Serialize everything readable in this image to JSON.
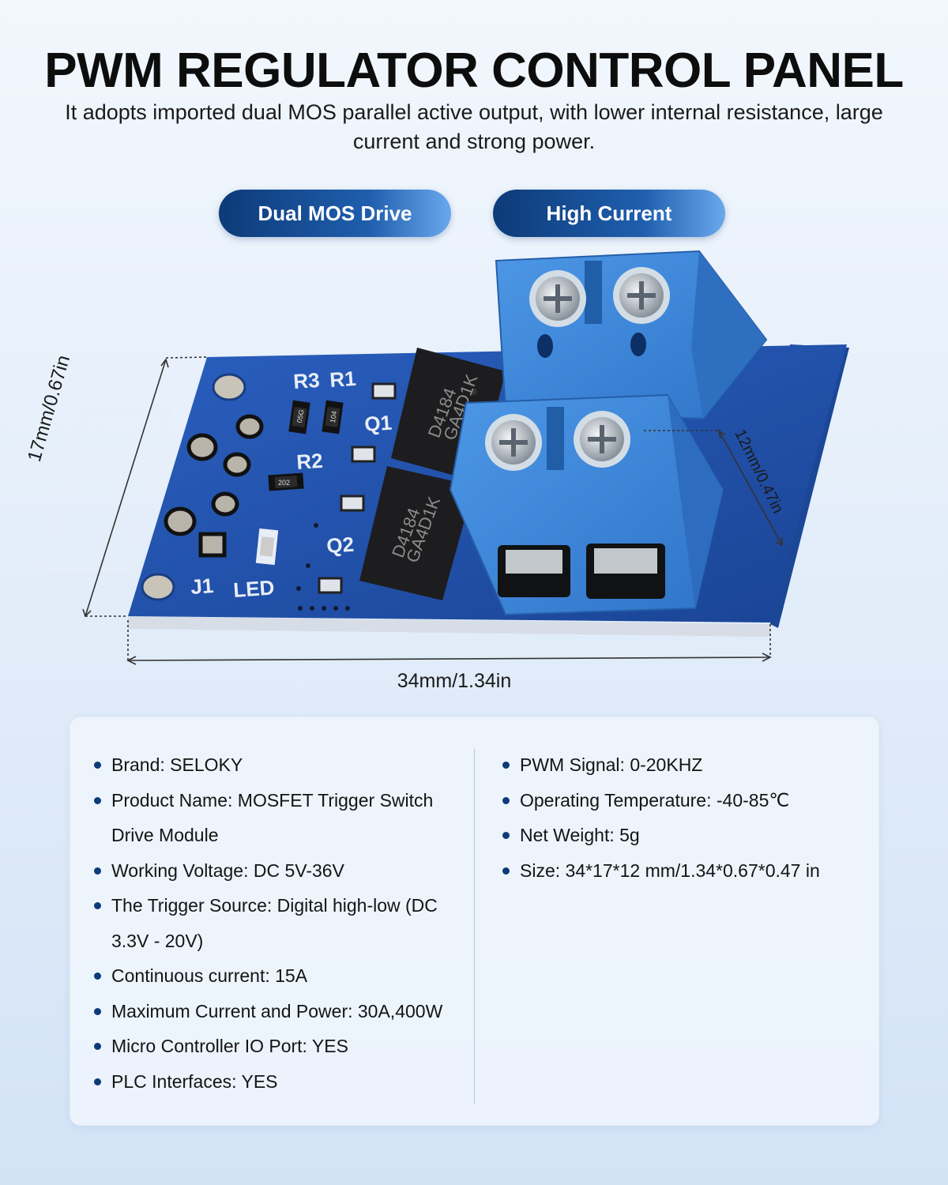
{
  "header": {
    "title": "PWM REGULATOR CONTROL PANEL",
    "subtitle": "It adopts imported dual MOS parallel active output, with lower internal resistance, large current and strong power."
  },
  "badges": [
    "Dual MOS Drive",
    "High Current"
  ],
  "board_labels": {
    "r3": "R3",
    "r1": "R1",
    "r2": "R2",
    "q1": "Q1",
    "q2": "Q2",
    "j1": "J1",
    "led": "LED",
    "chip_line1": "D4184",
    "chip_line2": "GA4D1K",
    "res1": "05G",
    "res2": "104",
    "res3": "202"
  },
  "dimensions": {
    "width": "34mm/1.34in",
    "height": "17mm/0.67in",
    "depth": "12mm/0.47in"
  },
  "specs": {
    "left": [
      "Brand: SELOKY",
      "Product Name: MOSFET Trigger Switch Drive Module",
      "Working Voltage: DC 5V-36V",
      "The Trigger Source: Digital high-low (DC 3.3V - 20V)",
      "Continuous current: 15A",
      "Maximum Current and Power: 30A,400W",
      "Micro Controller IO Port: YES",
      "PLC Interfaces: YES"
    ],
    "right": [
      "PWM Signal: 0-20KHZ",
      "Operating Temperature: -40-85℃",
      "Net Weight:  5g",
      "Size: 34*17*12 mm/1.34*0.67*0.47 in"
    ]
  },
  "colors": {
    "pcb": "#1f4fa8",
    "terminal": "#3f86d8",
    "accent": "#0d3a78"
  }
}
